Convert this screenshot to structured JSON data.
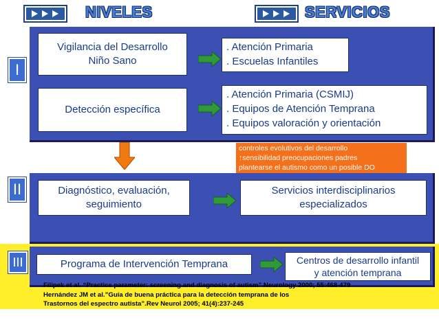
{
  "header": {
    "levels_title": "NIVELES",
    "services_title": "SERVICIOS"
  },
  "level1": {
    "label": "I",
    "box1": {
      "line1": "Vigilancia del Desarrollo",
      "line2": "Niño Sano"
    },
    "services1": [
      ". Atención Primaria",
      ". Escuelas Infantiles"
    ],
    "box2": "Detección específica",
    "services2": [
      ". Atención Primaria (CSMIJ)",
      ". Equipos de Atención Temprana",
      ". Equipos valoración y orientación"
    ]
  },
  "note": {
    "line1": "controles evolutivos del desarrollo",
    "line2_arrow": "↑",
    "line2": "sensibilidad preocupaciones padres",
    "line3": "plantearse el autismo como un posible DO"
  },
  "level2": {
    "label": "II",
    "box": {
      "line1": "Diagnóstico, evaluación,",
      "line2": "seguimiento"
    },
    "service": {
      "line1": "Servicios interdisciplinarios",
      "line2": "especializados"
    }
  },
  "level3": {
    "label": "III",
    "box": "Programa de Intervención Temprana",
    "service": {
      "line1": "Centros de desarrollo infantil",
      "line2": "y atención temprana"
    }
  },
  "references": [
    "Filipek et al. “Practice parameter: screening and diagnosis of autism” Neurology 2000; 55:468-479",
    "Hernández JM et al.”Guía de buena práctica para la detección temprana de los",
    "Trastornos del espectro autista”.Rev Neurol 2005; 41(4):237-245"
  ],
  "colors": {
    "panel_blue": "#3c50b4",
    "yellow_band": "#ffef2a",
    "arrow_green": "#2e9a3a",
    "arrow_orange": "#f07a10",
    "note_orange": "#f4701a"
  },
  "icons": {
    "header_buttons": "triple-play-arrows",
    "flow_arrows": "green-right-arrow",
    "down_arrow": "orange-down-arrow"
  }
}
